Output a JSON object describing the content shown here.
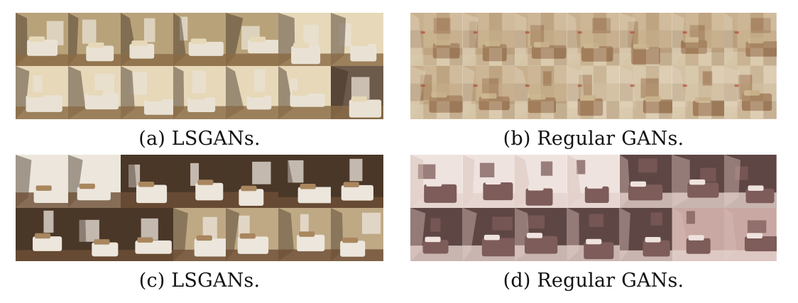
{
  "panels": [
    {
      "id": "a",
      "caption": "(a) LSGANs.",
      "style": "sharp",
      "palette": [
        "#c9b79a",
        "#8a6a45",
        "#e9e2d4",
        "#3f2f22",
        "#b8a27a",
        "#e6d8b8",
        "#6c5a4a"
      ]
    },
    {
      "id": "b",
      "caption": "(b) Regular GANs.",
      "style": "repetitive",
      "palette": [
        "#c8b08e",
        "#d9c9ad",
        "#a27e5c",
        "#e8ddc8",
        "#8c6a4b",
        "#cdb791",
        "#b59774"
      ]
    },
    {
      "id": "c",
      "caption": "(c) LSGANs.",
      "style": "sharp",
      "palette": [
        "#d8cbb6",
        "#6e4f36",
        "#ece6dc",
        "#4a3728",
        "#bfa985",
        "#a9865e",
        "#f1ece3"
      ]
    },
    {
      "id": "d",
      "caption": "(d) Regular GANs.",
      "style": "pinkish",
      "palette": [
        "#c9a7a2",
        "#e3d1cc",
        "#7d5c5a",
        "#d8bdb6",
        "#a17f7a",
        "#efe3df",
        "#5e4644"
      ]
    }
  ]
}
